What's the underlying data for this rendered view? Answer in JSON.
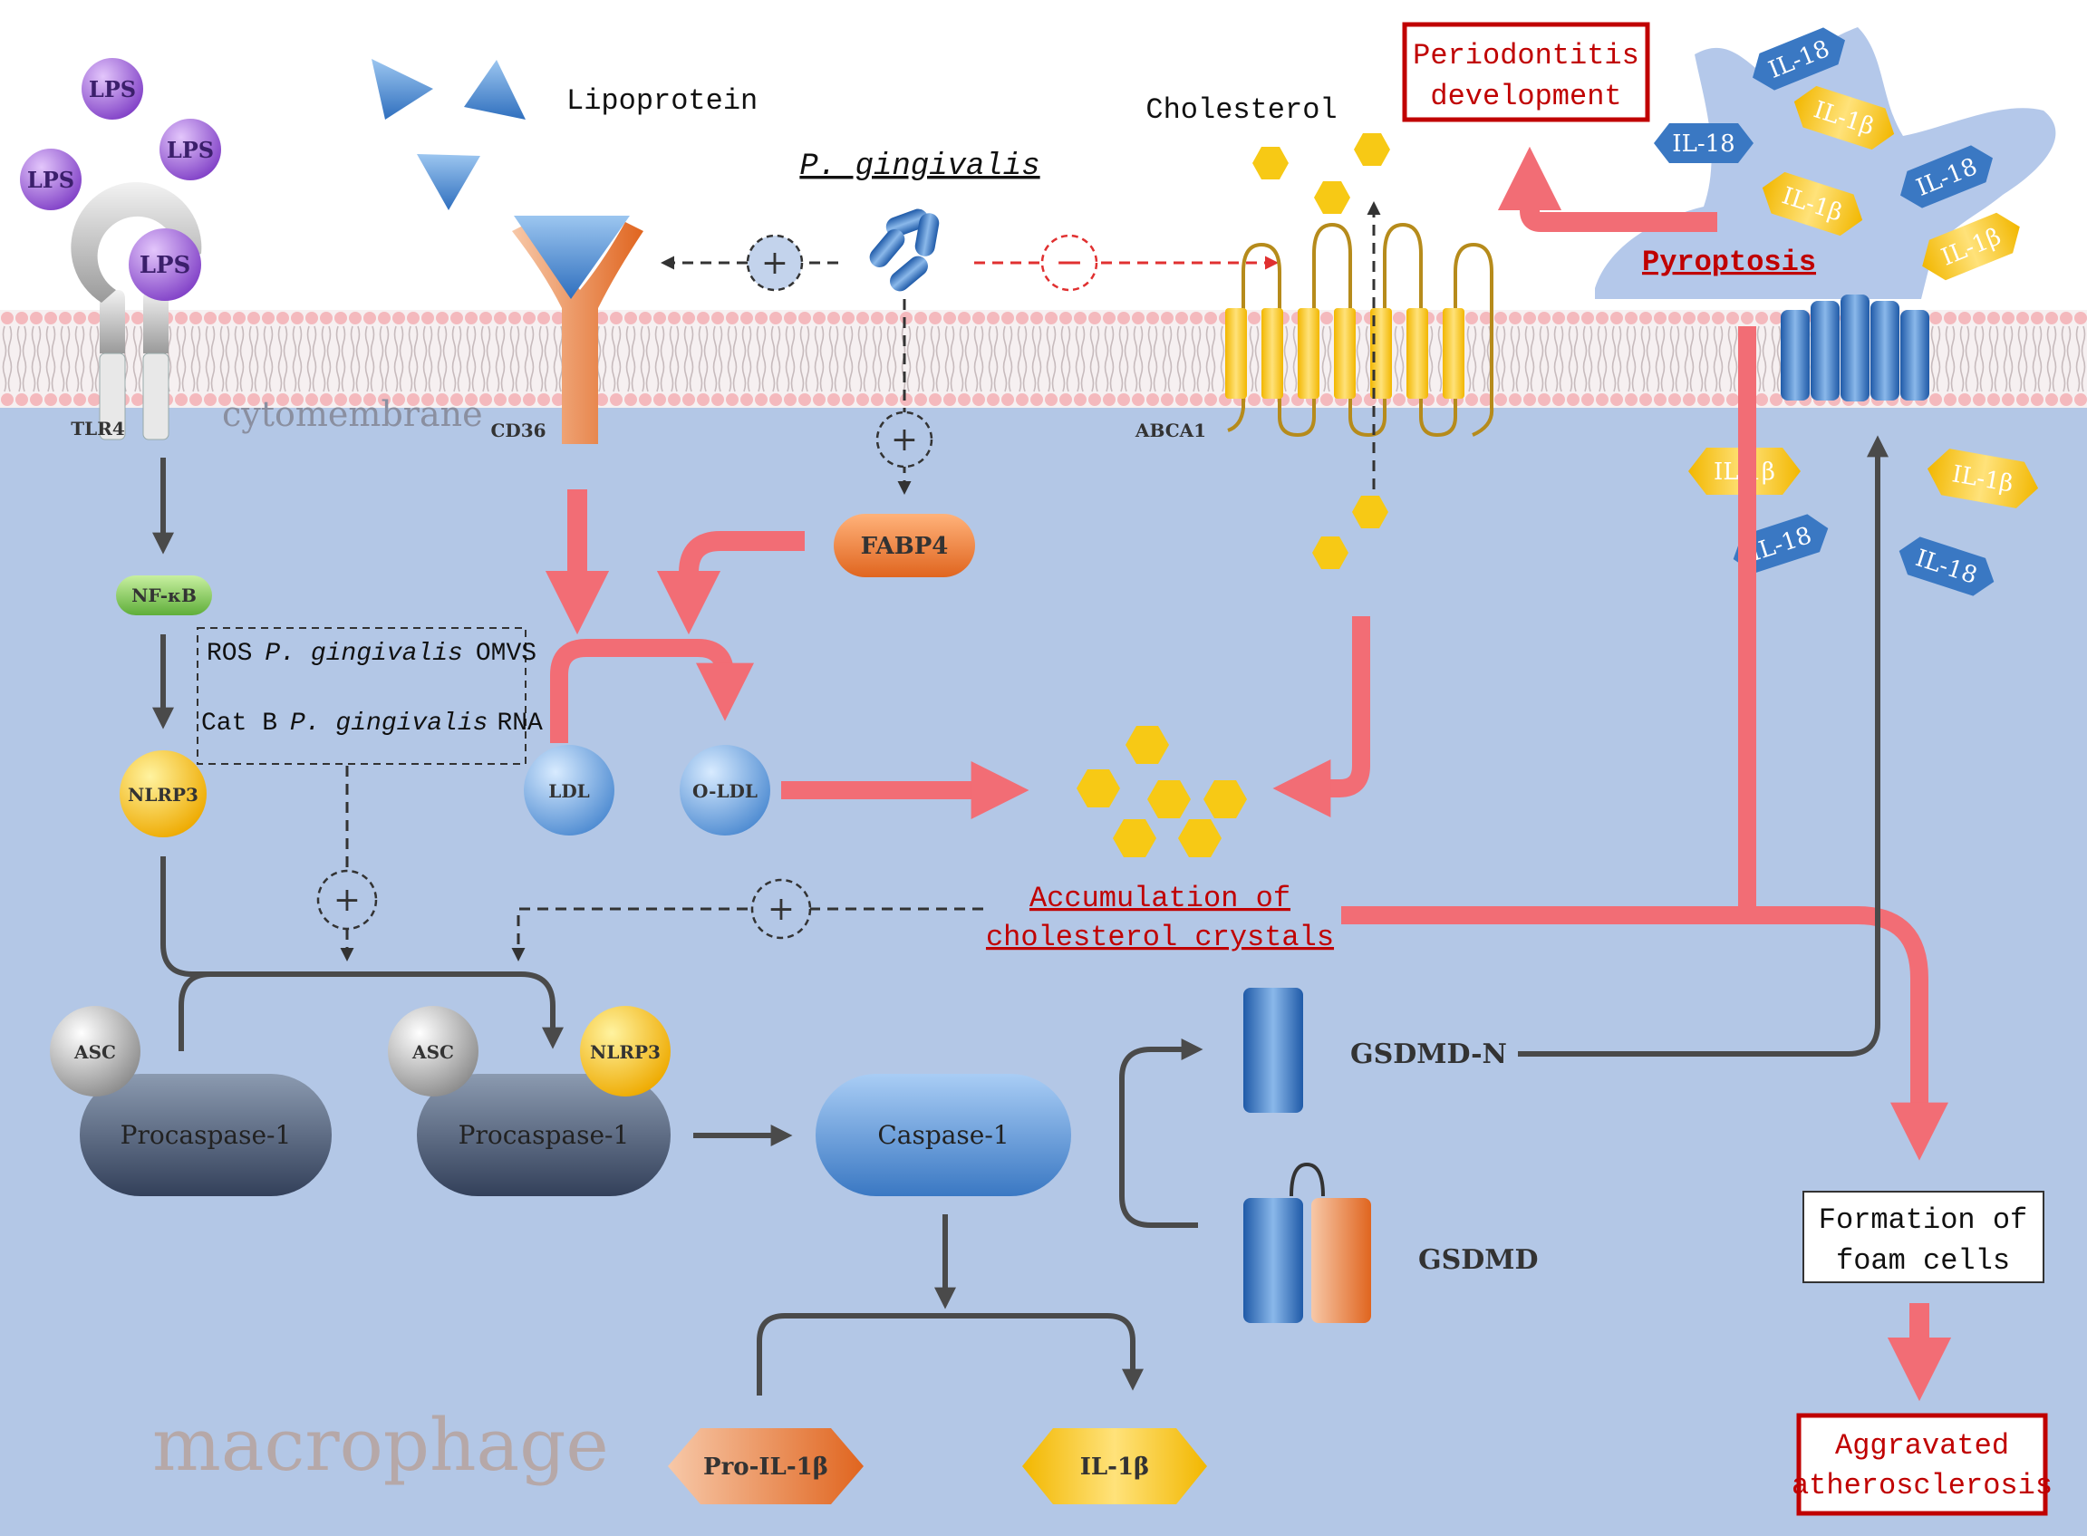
{
  "labels": {
    "lipoprotein": "Lipoprotein",
    "cholesterol": "Cholesterol",
    "p_gingivalis": "P. gingivalis",
    "periodontitis_line1": "Periodontitis",
    "periodontitis_line2": "development",
    "pyroptosis": "Pyroptosis",
    "cytomembrane": "cytomembrane",
    "macrophage": "macrophage",
    "tlr4": "TLR4",
    "cd36": "CD36",
    "abca1": "ABCA1",
    "lps": "LPS",
    "nfkb": "NF-κB",
    "nlrp3": "NLRP3",
    "asc": "ASC",
    "procaspase1": "Procaspase-1",
    "caspase1": "Caspase-1",
    "fabp4": "FABP4",
    "ldl": "LDL",
    "oldl": "O-LDL",
    "ros_prefix": "ROS",
    "omvs_suffix": "OMVS",
    "catb_prefix": "Cat B",
    "rna_suffix": "RNA",
    "accum_line1": "Accumulation of",
    "accum_line2": "cholesterol crystals",
    "gsdmd_n": "GSDMD-N",
    "gsdmd": "GSDMD",
    "pro_il1b": "Pro-IL-1β",
    "il1b": "IL-1β",
    "il18": "IL-18",
    "foam_line1": "Formation of",
    "foam_line2": "foam cells",
    "athero_line1": "Aggravated",
    "athero_line2": "atherosclerosis",
    "plus": "+",
    "minus": "−"
  },
  "colors": {
    "cell_bg": "#b3c7e6",
    "red_arrow": "#f26d75",
    "dark_red": "#c00000",
    "lps": "#9b5bd4",
    "blue": "#3a78c3",
    "yellow": "#f5c211",
    "orange": "#ee7a2e"
  }
}
